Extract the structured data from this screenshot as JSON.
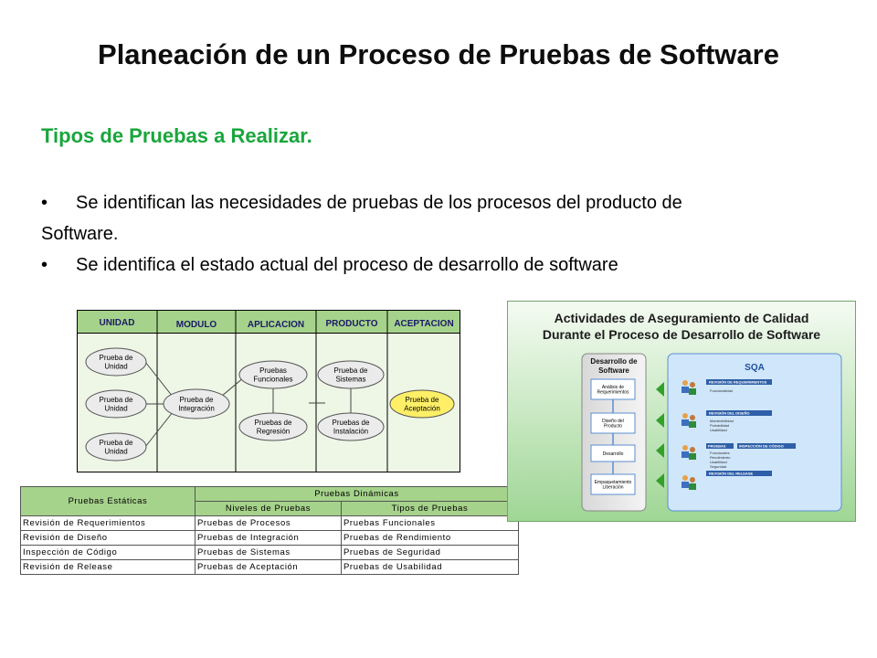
{
  "title": "Planeación de un Proceso de Pruebas de Software",
  "subtitle": "Tipos de Pruebas a Realizar.",
  "bullets": {
    "b1_line1": "Se identifican las necesidades de pruebas de los procesos del producto de",
    "b1_line2": "Software.",
    "b2": "Se identifica el estado actual del proceso de desarrollo de software",
    "marker": "•"
  },
  "diagram": {
    "columns": [
      "UNIDAD",
      "MODULO",
      "APLICACION",
      "PRODUCTO",
      "ACEPTACION"
    ],
    "nodes": {
      "unidad1": "Prueba de|Unidad",
      "unidad2": "Prueba de|Unidad",
      "unidad3": "Prueba de|Unidad",
      "integracion": "Prueba de|Integración",
      "funcionales": "Pruebas|Funcionales",
      "regresion": "Pruebas de|Regresión",
      "sistemas": "Prueba de|Sistemas",
      "instalacion": "Pruebas de|Instalación",
      "aceptacion": "Prueba de|Aceptación"
    }
  },
  "table": {
    "estaticas": "Pruebas Estáticas",
    "dinamicas": "Pruebas Dinámicas",
    "niveles": "Niveles de Pruebas",
    "tipos": "Tipos de Pruebas",
    "rows": [
      [
        "Revisión de Requerimientos",
        "Pruebas de Procesos",
        "Pruebas Funcionales"
      ],
      [
        "Revisión de Diseño",
        "Pruebas de Integración",
        "Pruebas de Rendimiento"
      ],
      [
        "Inspección de Código",
        "Pruebas de Sistemas",
        "Pruebas de Seguridad"
      ],
      [
        "Revisión de Release",
        "Pruebas de Aceptación",
        "Pruebas de Usabilidad"
      ]
    ]
  },
  "panel": {
    "title1": "Actividades de Aseguramiento de Calidad",
    "title2": "Durante el Proceso de Desarrollo de Software",
    "dev_title1": "Desarrollo de",
    "dev_title2": "Software",
    "dev_steps": [
      "Análisis de|Requerimientos",
      "Diseño del|Producto",
      "Desarrollo",
      "Empaquetamiento|Liberación"
    ],
    "sqa_title": "SQA",
    "sqa_groups": [
      {
        "header": "REVISIÓN DE REQUERIMIENTOS",
        "items": [
          "Funcionalidad"
        ]
      },
      {
        "header": "REVISIÓN DEL DISEÑO",
        "items": [
          "Mantenibilidad",
          "Portabilidad",
          "Usabilidad"
        ]
      },
      {
        "header": "PRUEBAS",
        "header2": "INSPECCIÓN DE CÓDIGO",
        "items": [
          "Funcionales",
          "Rendimiento",
          "Usabilidad",
          "Seguridad"
        ]
      },
      {
        "header": "REVISIÓN DEL RELEASE",
        "items": []
      }
    ]
  },
  "colors": {
    "green_header": "#a6d38b",
    "subtitle_green": "#19a63c",
    "panel_bg": "#b9e5b0",
    "node_gray": "#ebebeb",
    "node_yellow": "#ffef66",
    "arrow_green": "#33a02c",
    "sqa_blue": "#cfe6fb"
  }
}
